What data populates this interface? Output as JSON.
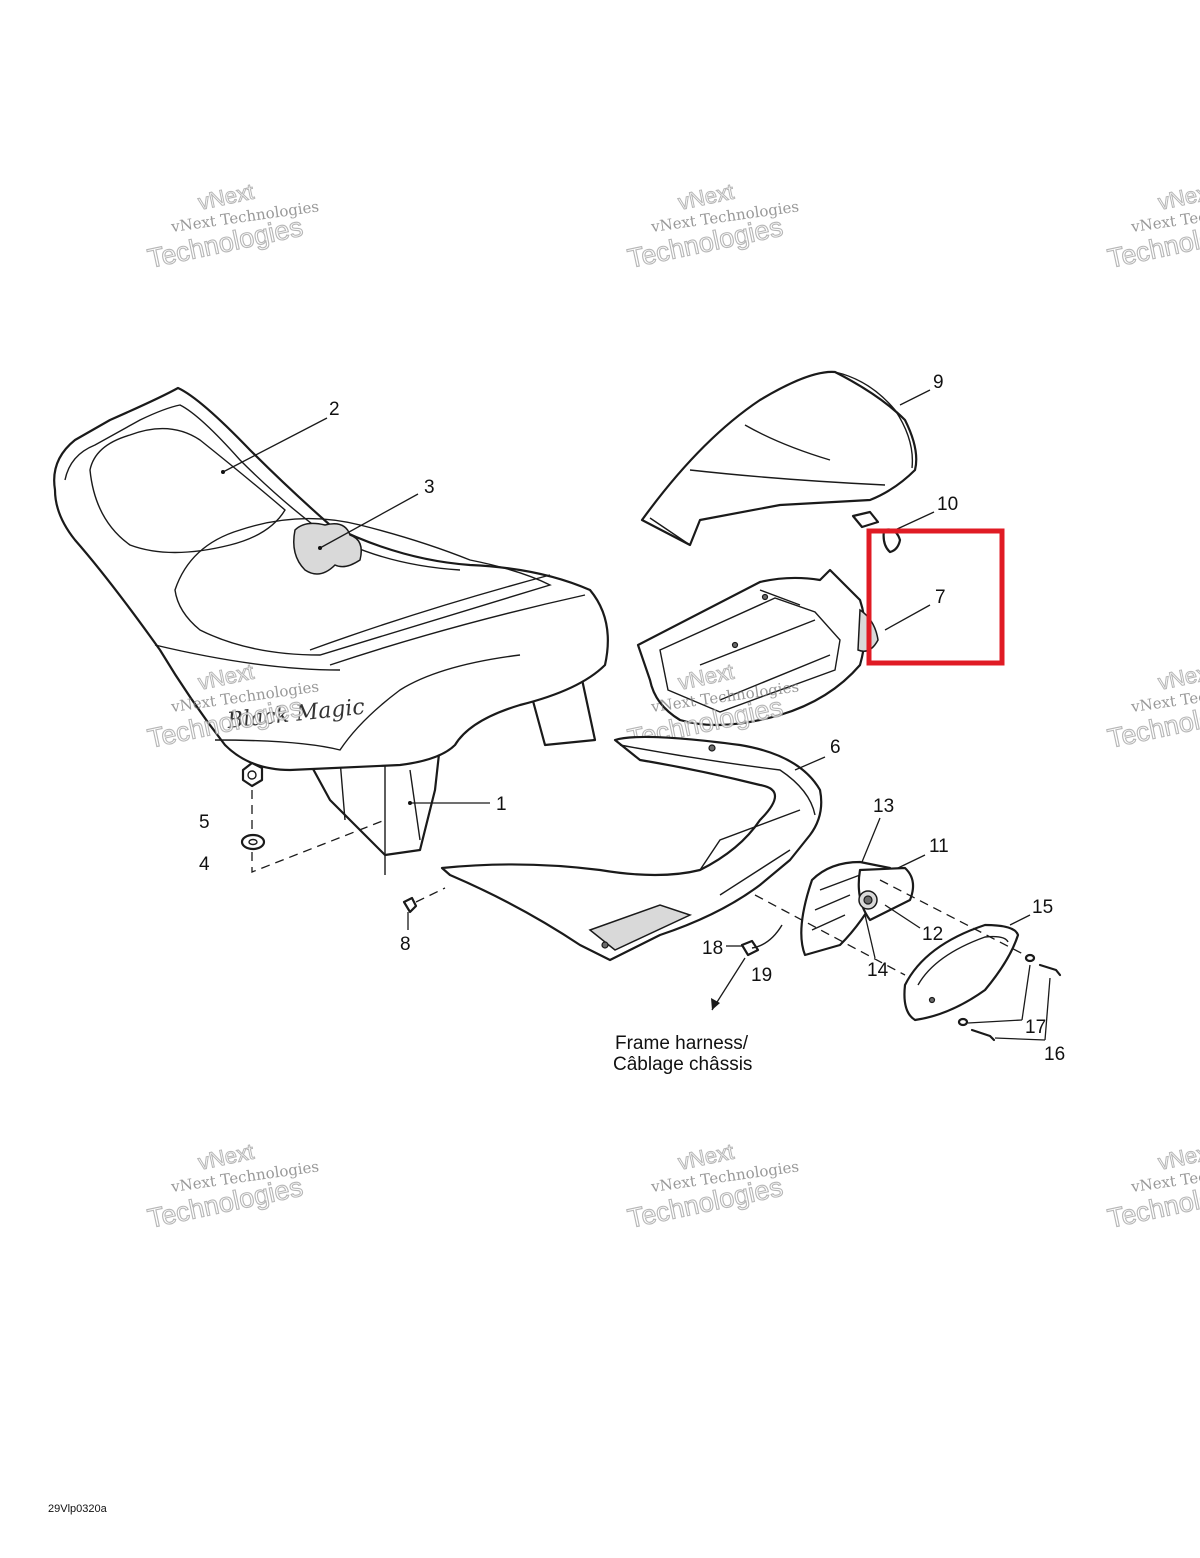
{
  "callouts": {
    "c1": "1",
    "c2": "2",
    "c3": "3",
    "c4": "4",
    "c5": "5",
    "c6": "6",
    "c7": "7",
    "c8": "8",
    "c9": "9",
    "c10": "10",
    "c11": "11",
    "c12": "12",
    "c13": "13",
    "c14": "14",
    "c15": "15",
    "c16": "16",
    "c17": "17",
    "c18": "18",
    "c19": "19"
  },
  "note": {
    "line1": "Frame harness/",
    "line2": "Câblage châssis"
  },
  "seat_script": "Black Magic",
  "reference_code": "29Vlp0320a",
  "watermark": {
    "line1": "vNext",
    "line2": "vNext Technologies",
    "line3": "Technologies"
  },
  "highlight": {
    "target_callout": "7",
    "color": "#e01b24"
  }
}
